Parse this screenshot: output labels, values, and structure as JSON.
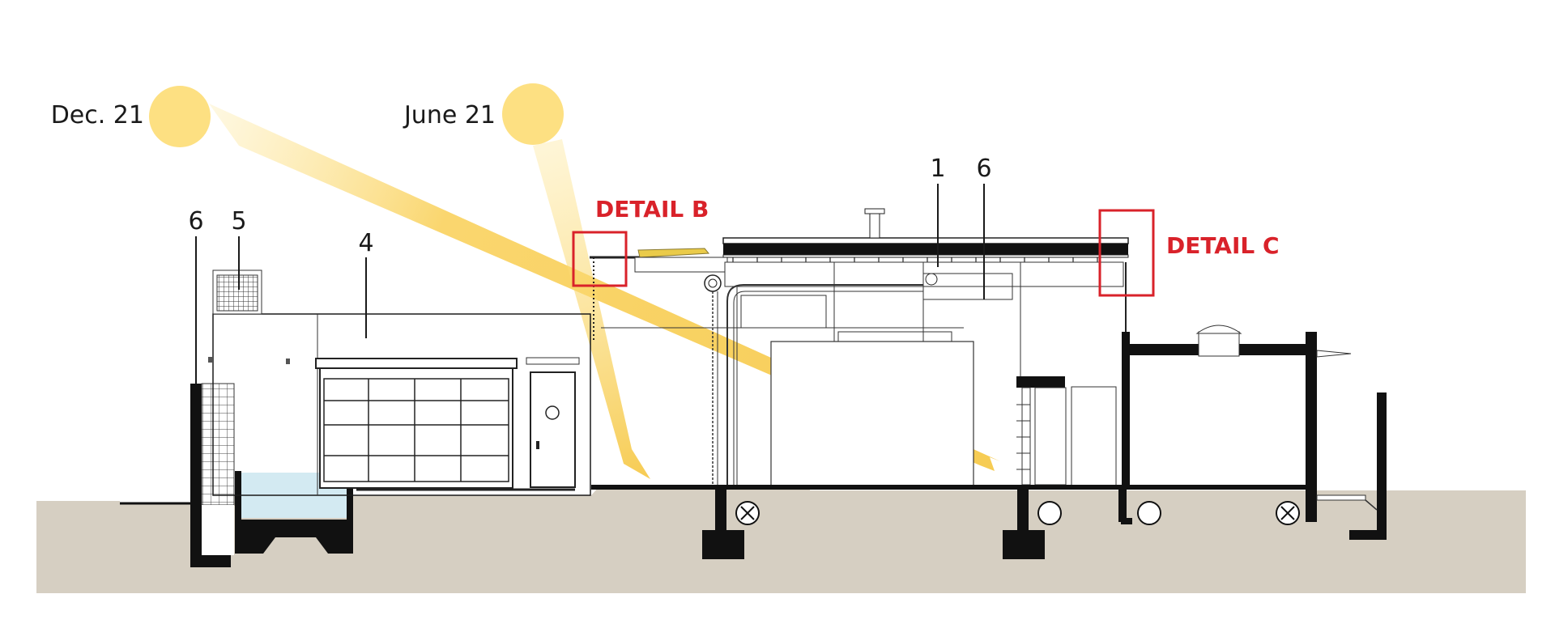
{
  "sun_labels": {
    "december": "Dec. 21",
    "june": "June 21"
  },
  "details": {
    "b": "DETAIL B",
    "c": "DETAIL C"
  },
  "callouts": {
    "c1": "1",
    "c4": "4",
    "c5": "5",
    "c6a": "6",
    "c6b": "6"
  },
  "colors": {
    "sun": "#fde082",
    "sun_ray": "#f6c94a",
    "detail": "#d9222a",
    "ground": "#d6cfc2",
    "water": "#d3eaf2",
    "structure": "#111111"
  }
}
